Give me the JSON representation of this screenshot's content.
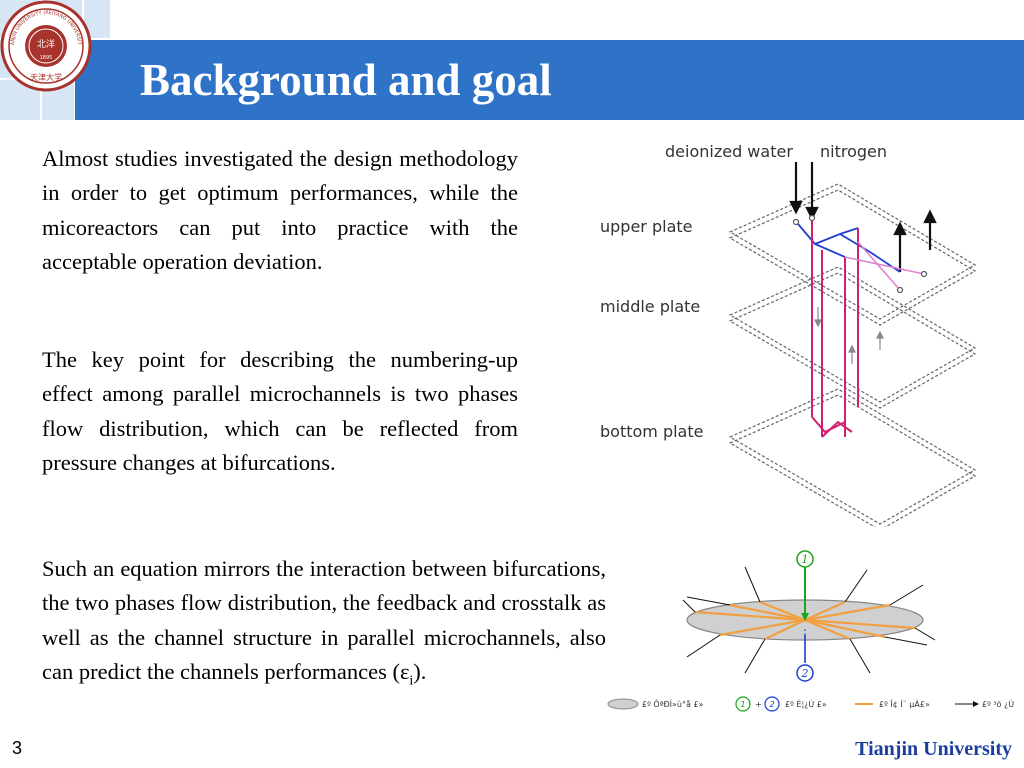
{
  "slide": {
    "title": "Background and goal",
    "number": "3",
    "footer": "Tianjin University"
  },
  "logo": {
    "top_text": "TIANJIN UNIVERSITY (PEIYANG UNIVERSITY)",
    "year": "1895",
    "center_chars": "北洋",
    "bottom_chars": "天津大学"
  },
  "body": {
    "para1": "Almost studies investigated the design methodology in order to get optimum performances, while the micoreactors can put into practice with the acceptable operation deviation.",
    "para2": "The key point for describing the numbering-up effect among parallel microchannels is two phases flow distribution, which can be reflected from pressure changes at bifurcations.",
    "para3_main": "Such an equation mirrors the interaction between bifurcations, the two phases flow distribution, the feedback and crosstalk as well as the channel structure in parallel microchannels, also can predict the channels performances (",
    "para3_symbol": "ε",
    "para3_sub": "i",
    "para3_end": ")."
  },
  "figure1": {
    "label_deionized": "deionized water",
    "label_nitrogen": "nitrogen",
    "label_upper": "upper plate",
    "label_middle": "middle plate",
    "label_bottom": "bottom plate"
  },
  "figure2": {
    "node1": "1",
    "node2": "2",
    "dots": "⋮",
    "legend_text1": "£º ÔªÐÍ»ù°å £»",
    "legend_plus": "+",
    "legend_text2": "£º È¦¿Ú £»",
    "legend_text3": "£º Î¢ Í¨ µÀ£»",
    "legend_text4": "£º ³ö ¿Ú",
    "colors": {
      "node1": "#1aa51a",
      "node2": "#1a3fd0",
      "channels": "#f0a040",
      "ellipse": "#d0d0d0"
    }
  },
  "colors": {
    "title_bar": "#2f73c8",
    "footer": "#1b3fa0",
    "deco": "#d6e6f5"
  }
}
